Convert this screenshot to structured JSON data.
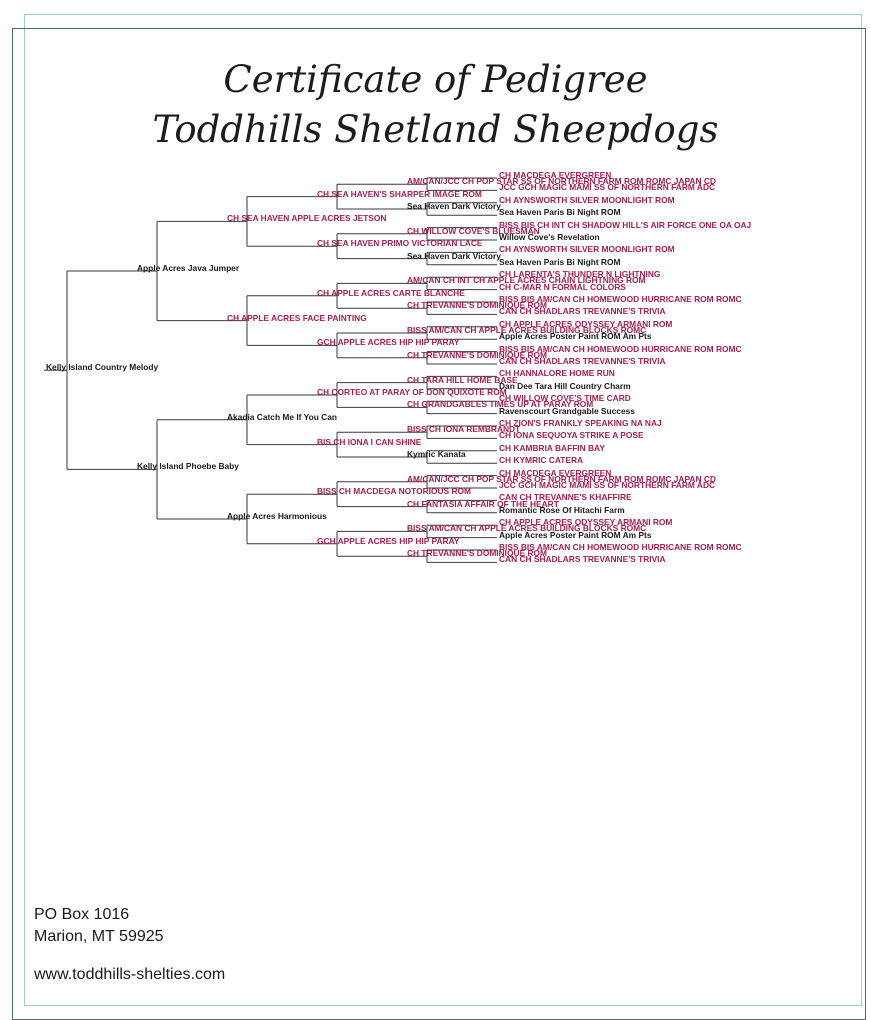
{
  "header": {
    "line1": "Certificate of Pedigree",
    "line2": "Toddhills Shetland Sheepdogs"
  },
  "colors": {
    "titled": "#a51f52",
    "plain": "#1a1a1a",
    "lines": "#3a3a3a"
  },
  "pedigree": {
    "g0": "Kelly Island Country Melody",
    "g1": [
      "Apple Acres Java Jumper",
      "Kelly Island Phoebe Baby"
    ],
    "g2": [
      "CH SEA HAVEN APPLE ACRES JETSON",
      "CH APPLE ACRES FACE PAINTING",
      "Akadia Catch Me If You Can",
      "Apple Acres Harmonious"
    ],
    "g3": [
      "CH SEA HAVEN'S SHARPER IMAGE ROM",
      "CH SEA HAVEN PRIMO VICTORIAN LACE",
      "CH APPLE ACRES CARTE BLANCHE",
      "GCH APPLE ACRES HIP HIP PARAY",
      "CH CORTEO AT PARAY OF DON QUIXOTE ROM",
      "BIS CH IONA I CAN SHINE",
      "BISS CH MACDEGA NOTORIOUS ROM",
      "GCH APPLE ACRES HIP HIP PARAY"
    ],
    "g4": [
      "AM/CAN/JCC CH POP STAR SS OF NORTHERN FARM ROM ROMC JAPAN CD",
      "Sea Haven Dark Victory",
      "CH WILLOW COVE'S BLUESMAN",
      "Sea Haven Dark Victory",
      "AM/CAN CH INT CH APPLE ACRES CHAIN LIGHTNING ROM",
      "CH TREVANNE'S DOMINIQUE ROM",
      "BISS AM/CAN CH APPLE ACRES BUILDING BLOCKS ROMC",
      "CH TREVANNE'S DOMINIQUE ROM",
      "CH TARA HILL HOME BASE",
      "CH GRANDGABLES TIMES UP AT PARAY ROM",
      "BISS CH IONA REMBRANDT",
      "Kymric Kanata",
      "AM/CAN/JCC CH POP STAR SS OF NORTHERN FARM ROM ROMC JAPAN CD",
      "CH FANTASIA AFFAIR OF THE HEART",
      "BISS AM/CAN CH APPLE ACRES BUILDING BLOCKS ROMC",
      "CH TREVANNE'S DOMINIQUE ROM"
    ],
    "g5": [
      "CH MACDEGA EVERGREEN",
      "JCC GCH MAGIC MAMI SS OF NORTHERN FARM ADC",
      "CH AYNSWORTH SILVER MOONLIGHT ROM",
      "Sea Haven Paris Bi Night ROM",
      "BISS BIS CH INT CH SHADOW HILL'S AIR FORCE ONE OA OAJ",
      "Willow Cove's Revelation",
      "CH AYNSWORTH SILVER MOONLIGHT ROM",
      "Sea Haven Paris Bi Night ROM",
      "CH LARENTA'S THUNDER N LIGHTNING",
      "CH C-MAR N FORMAL COLORS",
      "BISS BIS AM/CAN CH HOMEWOOD HURRICANE ROM ROMC",
      "CAN CH SHADLARS TREVANNE'S TRIVIA",
      "CH APPLE ACRES ODYSSEY ARMANI ROM",
      "Apple Acres Poster Paint ROM Am Pts",
      "BISS BIS AM/CAN CH HOMEWOOD HURRICANE ROM ROMC",
      "CAN CH SHADLARS TREVANNE'S TRIVIA",
      "CH HANNALORE HOME RUN",
      "Dan Dee Tara Hill Country Charm",
      "CH WILLOW COVE'S TIME CARD",
      "Ravenscourt Grandgable Success",
      "CH ZION'S FRANKLY SPEAKING NA NAJ",
      "CH IONA SEQUOYA STRIKE A POSE",
      "CH KAMBRIA BAFFIN BAY",
      "CH KYMRIC CATERA",
      "CH MACDEGA EVERGREEN",
      "JCC GCH MAGIC MAMI SS OF NORTHERN FARM ADC",
      "CAN CH TREVANNE'S KHAFFIRE",
      "Romantic Rose Of Hitachi Farm",
      "CH APPLE ACRES ODYSSEY ARMANI ROM",
      "Apple Acres Poster Paint ROM Am Pts",
      "BISS BIS AM/CAN CH HOMEWOOD HURRICANE ROM ROMC",
      "CAN CH SHADLARS TREVANNE'S TRIVIA"
    ]
  },
  "footer": {
    "address1": "PO Box 1016",
    "address2": "Marion, MT 59925",
    "website": "www.toddhills-shelties.com"
  }
}
